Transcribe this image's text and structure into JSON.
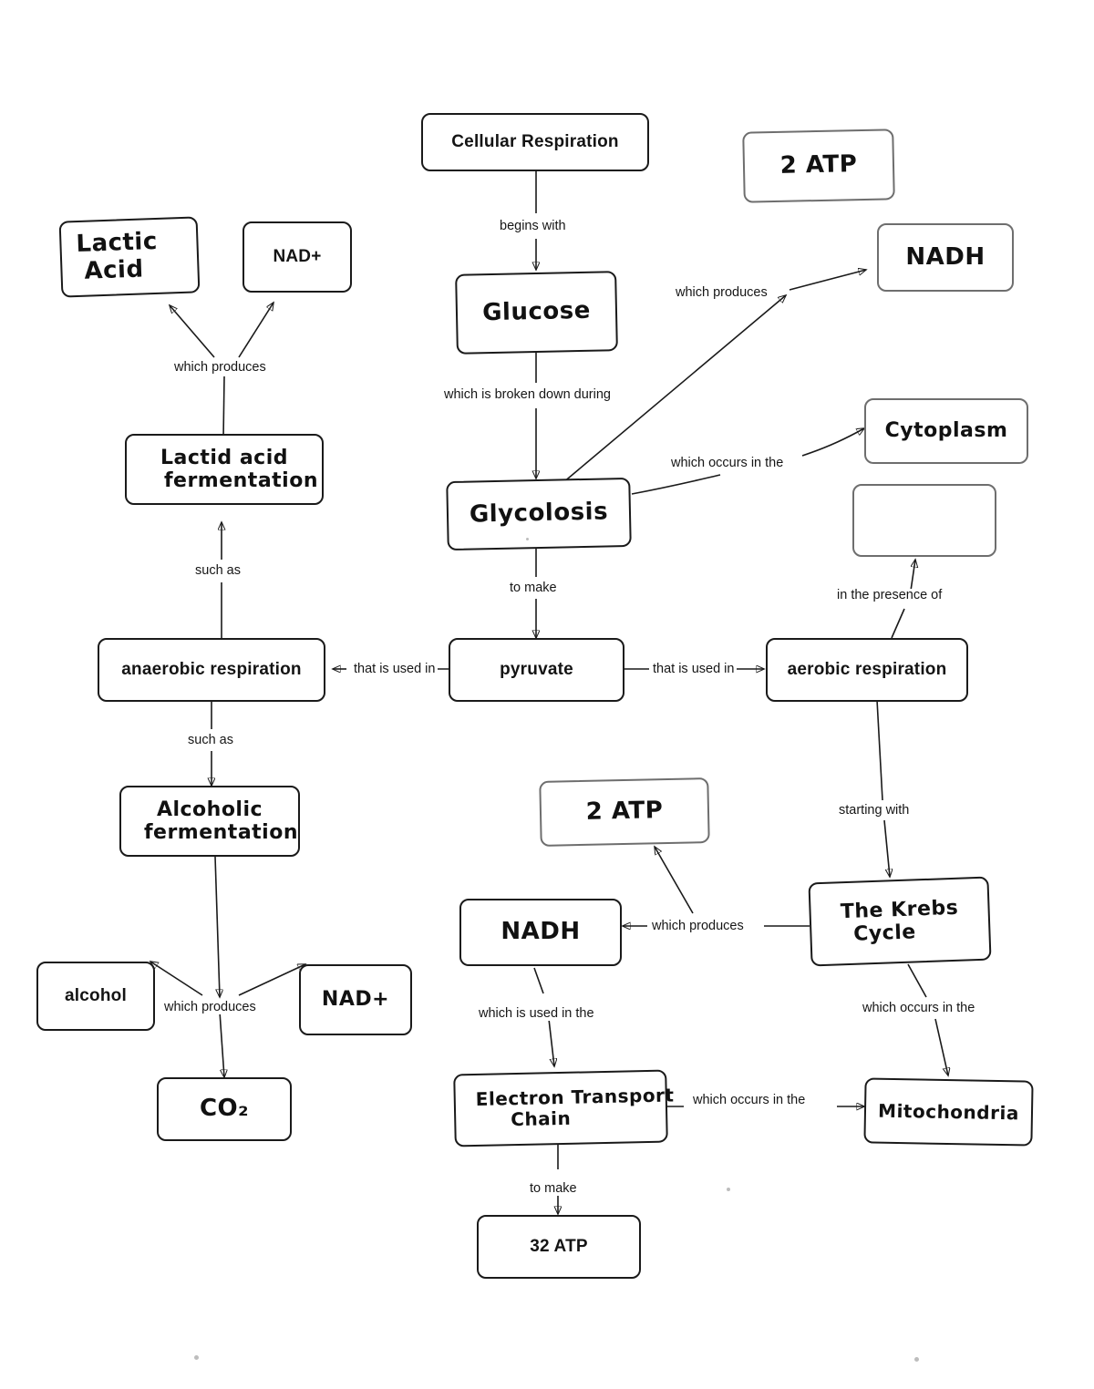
{
  "diagram": {
    "title": "Cellular Respiration concept map",
    "type": "concept-map",
    "ink_color": "#1a1a1a",
    "paper_color": "#ffffff"
  },
  "nodes": [
    {
      "id": "cellular-respiration",
      "label": "Cellular Respiration",
      "style": "typed"
    },
    {
      "id": "glucose",
      "label": "Glucose",
      "style": "handwritten"
    },
    {
      "id": "glycolysis",
      "label": "Glycolosis",
      "style": "handwritten"
    },
    {
      "id": "pyruvate",
      "label": "pyruvate",
      "style": "typed"
    },
    {
      "id": "anaerobic-respiration",
      "label": "anaerobic respiration",
      "style": "typed"
    },
    {
      "id": "aerobic-respiration",
      "label": "aerobic respiration",
      "style": "typed"
    },
    {
      "id": "atp-2-top",
      "label": "2 ATP",
      "style": "handwritten"
    },
    {
      "id": "nadh-top",
      "label": "NADH",
      "style": "handwritten"
    },
    {
      "id": "cytoplasm",
      "label": "Cytoplasm",
      "style": "handwritten"
    },
    {
      "id": "empty-box",
      "label": "",
      "style": "empty"
    },
    {
      "id": "lactic-acid",
      "label_line1": "Lactic",
      "label_line2": "Acid",
      "style": "handwritten"
    },
    {
      "id": "nad-plus-top",
      "label": "NAD+",
      "style": "typed"
    },
    {
      "id": "lactic-acid-fermentation",
      "label_line1": "Lactid acid",
      "label_line2": "fermentation",
      "style": "handwritten"
    },
    {
      "id": "alcoholic-fermentation",
      "label_line1": "Alcoholic",
      "label_line2": "fermentation",
      "style": "handwritten"
    },
    {
      "id": "alcohol",
      "label": "alcohol",
      "style": "typed"
    },
    {
      "id": "nad-plus-bottom",
      "label": "NAD+",
      "style": "handwritten"
    },
    {
      "id": "co2",
      "label": "CO₂",
      "style": "handwritten"
    },
    {
      "id": "atp-2-mid",
      "label": "2 ATP",
      "style": "handwritten"
    },
    {
      "id": "nadh-bottom",
      "label": "NADH",
      "style": "handwritten"
    },
    {
      "id": "krebs-cycle",
      "label_line1": "The Krebs",
      "label_line2": "Cycle",
      "style": "handwritten"
    },
    {
      "id": "electron-transport-chain",
      "label_line1": "Electron Transport",
      "label_line2": "Chain",
      "style": "handwritten"
    },
    {
      "id": "mitochondria",
      "label": "Mitochondria",
      "style": "handwritten"
    },
    {
      "id": "atp-32",
      "label": "32 ATP",
      "style": "typed"
    }
  ],
  "edges": [
    {
      "id": "e1",
      "from": "cellular-respiration",
      "to": "glucose",
      "label": "begins with"
    },
    {
      "id": "e2",
      "from": "glucose",
      "to": "glycolysis",
      "label": "which is broken down during"
    },
    {
      "id": "e3",
      "from": "glycolysis",
      "to": "atp-2-top",
      "label": "which produces"
    },
    {
      "id": "e4",
      "from": "glycolysis",
      "to": "nadh-top",
      "label": "which produces"
    },
    {
      "id": "e5",
      "from": "glycolysis",
      "to": "cytoplasm",
      "label": "which occurs in the"
    },
    {
      "id": "e6",
      "from": "glycolysis",
      "to": "pyruvate",
      "label": "to make"
    },
    {
      "id": "e7",
      "from": "pyruvate",
      "to": "anaerobic-respiration",
      "label": "that is used in"
    },
    {
      "id": "e8",
      "from": "pyruvate",
      "to": "aerobic-respiration",
      "label": "that is used in"
    },
    {
      "id": "e9",
      "from": "anaerobic-respiration",
      "to": "lactic-acid-fermentation",
      "label": "such as"
    },
    {
      "id": "e10",
      "from": "lactic-acid-fermentation",
      "to": "lactic-acid",
      "label": "which produces"
    },
    {
      "id": "e11",
      "from": "lactic-acid-fermentation",
      "to": "nad-plus-top",
      "label": "which produces"
    },
    {
      "id": "e12",
      "from": "anaerobic-respiration",
      "to": "alcoholic-fermentation",
      "label": "such as"
    },
    {
      "id": "e13",
      "from": "alcoholic-fermentation",
      "to": "alcohol",
      "label": "which produces"
    },
    {
      "id": "e14",
      "from": "alcoholic-fermentation",
      "to": "co2",
      "label": "which produces"
    },
    {
      "id": "e15",
      "from": "alcoholic-fermentation",
      "to": "nad-plus-bottom",
      "label": "which produces"
    },
    {
      "id": "e16",
      "from": "aerobic-respiration",
      "to": "empty-box",
      "label": "in the presence of"
    },
    {
      "id": "e17",
      "from": "aerobic-respiration",
      "to": "krebs-cycle",
      "label": "starting with"
    },
    {
      "id": "e18",
      "from": "krebs-cycle",
      "to": "nadh-bottom",
      "label": "which produces"
    },
    {
      "id": "e19",
      "from": "krebs-cycle",
      "to": "atp-2-mid",
      "label": "which produces"
    },
    {
      "id": "e20",
      "from": "krebs-cycle",
      "to": "mitochondria",
      "label": "which occurs in the"
    },
    {
      "id": "e21",
      "from": "nadh-bottom",
      "to": "electron-transport-chain",
      "label": "which is used in the"
    },
    {
      "id": "e22",
      "from": "electron-transport-chain",
      "to": "mitochondria",
      "label": "which occurs in the"
    },
    {
      "id": "e23",
      "from": "electron-transport-chain",
      "to": "atp-32",
      "label": "to make"
    }
  ],
  "labels": {
    "begins_with": "begins with",
    "broken_down_during": "which is broken down during",
    "which_produces": "which produces",
    "which_produces_2": "which produces",
    "which_produces_3": "which produces",
    "which_produces_4": "which produces",
    "which_produces_5": "which produces",
    "which_occurs_in_the": "which occurs in the",
    "which_occurs_in_the_2": "which occurs in the",
    "which_occurs_in_the_3": "which occurs in the",
    "to_make": "to make",
    "to_make_2": "to make",
    "that_is_used_in_left": "that is used in",
    "that_is_used_in_right": "that is used in",
    "such_as_1": "such as",
    "such_as_2": "such as",
    "in_the_presence_of": "in the presence of",
    "starting_with": "starting with",
    "which_is_used_in_the": "which is used in the"
  },
  "text": {
    "cellular_respiration": "Cellular Respiration",
    "glucose": "Glucose",
    "glycolysis": "Glycolosis",
    "pyruvate": "pyruvate",
    "anaerobic_respiration": "anaerobic respiration",
    "aerobic_respiration": "aerobic respiration",
    "atp_2_top": "2 ATP",
    "nadh_top": "NADH",
    "cytoplasm": "Cytoplasm",
    "empty_box": "",
    "lactic_acid_l1": "Lactic",
    "lactic_acid_l2": "Acid",
    "nad_plus_top": "NAD+",
    "laf_l1": "Lactid acid",
    "laf_l2": "fermentation",
    "alc_ferm_l1": "Alcoholic",
    "alc_ferm_l2": "fermentation",
    "alcohol": "alcohol",
    "nad_plus_bottom": "NAD+",
    "co2": "CO₂",
    "atp_2_mid": "2 ATP",
    "nadh_bottom": "NADH",
    "krebs_l1": "The Krebs",
    "krebs_l2": "Cycle",
    "etc_l1": "Electron Transport",
    "etc_l2": "Chain",
    "mitochondria": "Mitochondria",
    "atp_32": "32 ATP"
  }
}
